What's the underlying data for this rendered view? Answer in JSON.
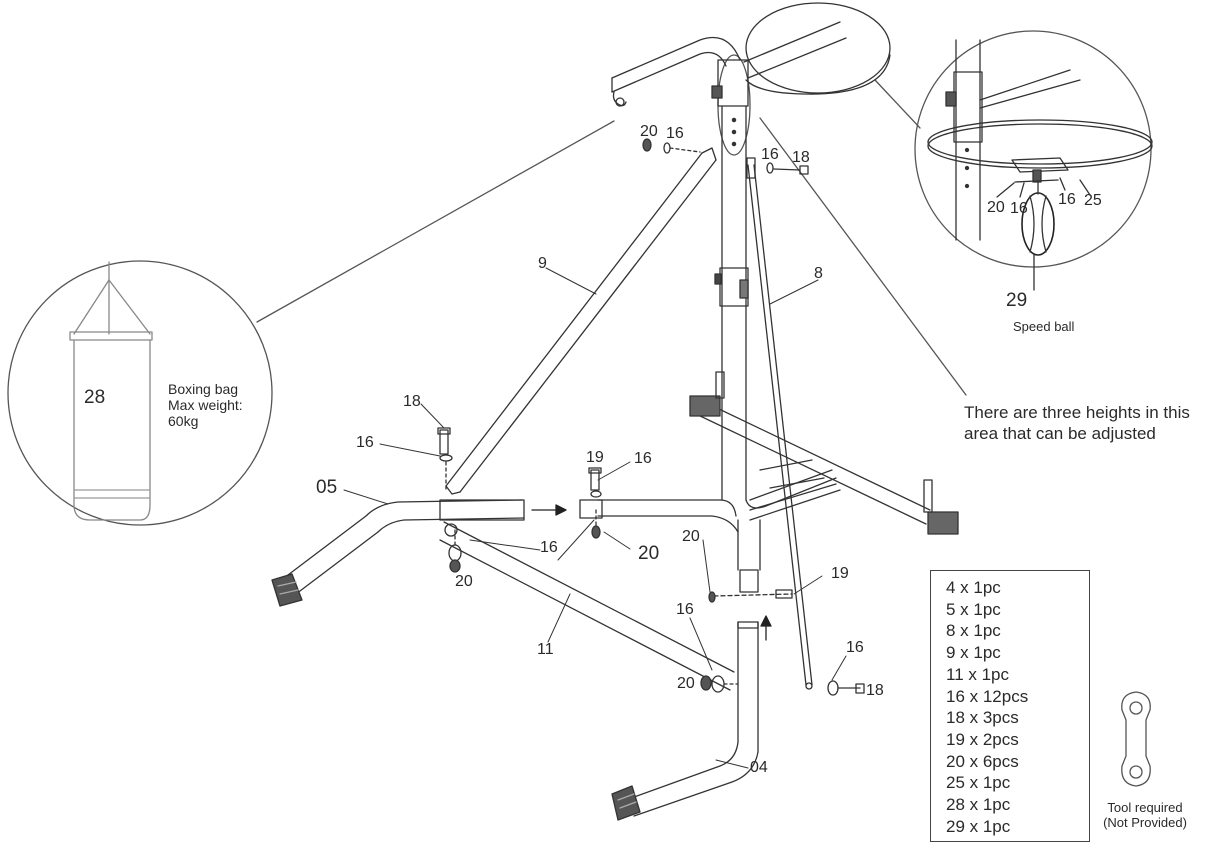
{
  "labels": {
    "part_29_top": "20",
    "part_16_top": "16",
    "part_16_top_right": "16",
    "part_18_top_right": "18",
    "part_9": "9",
    "part_8": "8",
    "part_18_left": "18",
    "part_16_left": "16",
    "part_05": "05",
    "part_19_mid": "19",
    "part_16_mid": "16",
    "part_16_mid_low": "16",
    "part_20_mid": "20",
    "part_20_left": "20",
    "part_20_center": "20",
    "part_19_right": "19",
    "part_16_low": "16",
    "part_11": "11",
    "part_20_low": "20",
    "part_16_right_low": "16",
    "part_18_right_low": "18",
    "part_04": "04"
  },
  "zoom_speedball": {
    "part_20": "20",
    "part_16a": "16",
    "part_16b": "16",
    "part_25": "25",
    "part_29": "29",
    "caption": "Speed ball"
  },
  "zoom_bag": {
    "part_28": "28",
    "caption_line1": "Boxing bag",
    "caption_line2": "Max weight:",
    "caption_line3": "60kg"
  },
  "height_note": {
    "line1": "There are three heights in this",
    "line2": "area that can be adjusted"
  },
  "parts_list": [
    "4 x 1pc",
    "5 x 1pc",
    "8 x 1pc",
    "9 x 1pc",
    "11 x 1pc",
    "16 x 12pcs",
    "18 x 3pcs",
    "19 x 2pcs",
    "20 x 6pcs",
    "25 x 1pc",
    "28 x 1pc",
    "29 x 1pc"
  ],
  "tool": {
    "line1": "Tool required",
    "line2": "(Not Provided)"
  }
}
